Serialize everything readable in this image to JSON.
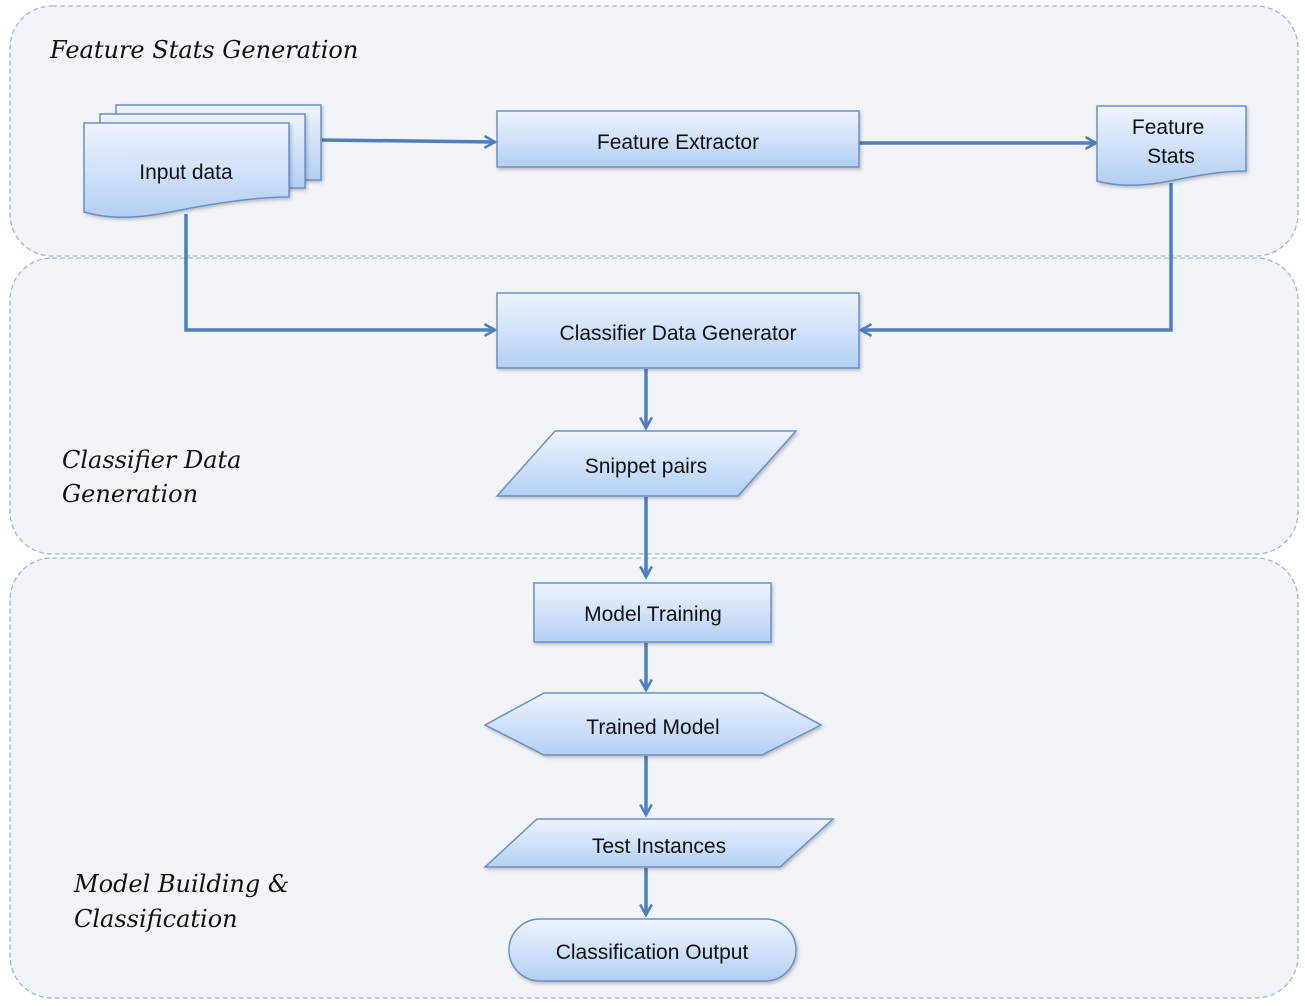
{
  "sections": [
    {
      "id": "feature-stats-generation",
      "lines": [
        "Feature Stats Generation"
      ]
    },
    {
      "id": "classifier-data-generation",
      "lines": [
        "Classifier Data",
        "Generation"
      ]
    },
    {
      "id": "model-building-classification",
      "lines": [
        "Model Building &",
        "Classification"
      ]
    }
  ],
  "nodes": [
    {
      "id": "input-data",
      "shape": "multi-document",
      "lines": [
        "Input data"
      ]
    },
    {
      "id": "feature-extractor",
      "shape": "rectangle",
      "lines": [
        "Feature Extractor"
      ]
    },
    {
      "id": "feature-stats",
      "shape": "document",
      "lines": [
        "Feature",
        "Stats"
      ]
    },
    {
      "id": "classifier-data-generator",
      "shape": "rectangle",
      "lines": [
        "Classifier Data Generator"
      ]
    },
    {
      "id": "snippet-pairs",
      "shape": "parallelogram",
      "lines": [
        "Snippet pairs"
      ]
    },
    {
      "id": "model-training",
      "shape": "rectangle",
      "lines": [
        "Model Training"
      ]
    },
    {
      "id": "trained-model",
      "shape": "hexagon",
      "lines": [
        "Trained Model"
      ]
    },
    {
      "id": "test-instances",
      "shape": "parallelogram",
      "lines": [
        "Test Instances"
      ]
    },
    {
      "id": "classification-output",
      "shape": "terminator",
      "lines": [
        "Classification Output"
      ]
    }
  ],
  "edges": [
    {
      "from": "input-data",
      "to": "feature-extractor"
    },
    {
      "from": "feature-extractor",
      "to": "feature-stats"
    },
    {
      "from": "input-data",
      "to": "classifier-data-generator"
    },
    {
      "from": "feature-stats",
      "to": "classifier-data-generator"
    },
    {
      "from": "classifier-data-generator",
      "to": "snippet-pairs"
    },
    {
      "from": "snippet-pairs",
      "to": "model-training"
    },
    {
      "from": "model-training",
      "to": "trained-model"
    },
    {
      "from": "trained-model",
      "to": "test-instances"
    },
    {
      "from": "test-instances",
      "to": "classification-output"
    }
  ],
  "colors": {
    "section_fill": "#f1f4f8",
    "section_border": "#9fb6d8",
    "node_fill_top": "#eef4fe",
    "node_fill_bottom": "#b3cff4",
    "node_border": "#6b8ec7",
    "edge": "#4f7fbd",
    "text": "#111111"
  }
}
